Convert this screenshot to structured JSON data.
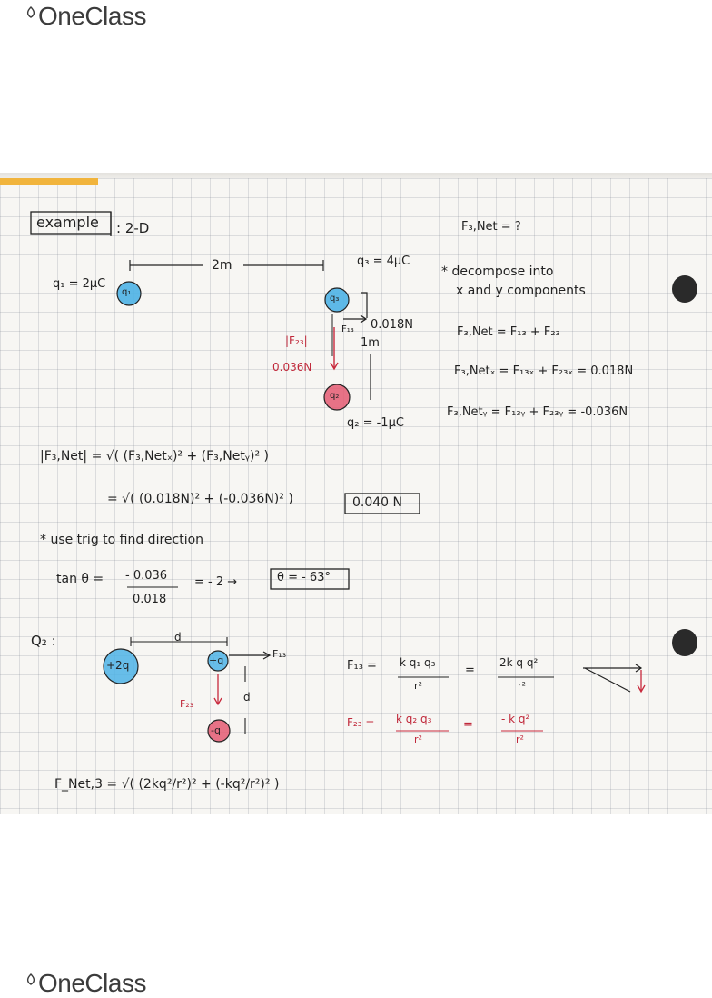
{
  "brand": {
    "name": "OneClass"
  },
  "notes": {
    "example_label": "example",
    "example_type": ": 2-D",
    "fnet_q": "F₃,Net = ?",
    "dist_2m": "2m",
    "q1": "q₁ = 2μC",
    "q1_circle": "q₁",
    "q3": "q₃ = 4μC",
    "q3_circle": "q₃",
    "q2_circle": "q₂",
    "q2": "q₂ = -1μC",
    "f13_label": "F₁₃",
    "f13_value": "0.018N",
    "dist_1m": "1m",
    "f23_label": "|F₂₃|",
    "f23_value": "0.036N",
    "decompose1": "* decompose into",
    "decompose2": "x and y components",
    "eq_net": "F₃,Net  =  F₁₃  +  F₂₃",
    "eq_netx": "F₃,Netₓ =  F₁₃ₓ +  F₂₃ₓ  =  0.018N",
    "eq_nety": "F₃,Netᵧ =  F₁₃ᵧ +  F₂₃ᵧ  = -0.036N",
    "mag1": "|F₃,Net| = √( (F₃,Netₓ)² + (F₃,Netᵧ)² )",
    "mag2": "=  √( (0.018N)² + (-0.036N)² )",
    "mag_result": "0.040 N",
    "trig_note": "* use trig to find direction",
    "tan_lhs": "tan θ =",
    "tan_num": "- 0.036",
    "tan_den": "0.018",
    "tan_eq": "= - 2  →",
    "theta_result": "θ = - 63°",
    "q2_label": "Q₂ :",
    "q2_d_top": "d",
    "q2_plus2q": "+2q",
    "q2_plusq": "+q",
    "q2_minusq": "-q",
    "q2_f13": "F₁₃",
    "q2_f23": "F₂₃",
    "q2_d_side": "d",
    "q2_eq13_lhs": "F₁₃ =",
    "q2_eq13_num": "k q₁ q₃",
    "q2_eq13_den": "r²",
    "q2_eq13_rhs_num": "2k q q²",
    "q2_eq13_rhs_den": "r²",
    "q2_eq23_lhs": "F₂₃ =",
    "q2_eq23_num": "k q₂ q₃",
    "q2_eq23_den": "r²",
    "q2_eq23_rhs_num": "- k q²",
    "q2_eq23_rhs_den": "r²",
    "q2_fnet": "F_Net,3 =  √( (2kq²/r²)² + (-kq²/r²)² )"
  },
  "colors": {
    "blue": "#2d9fd8",
    "red": "#c8293c",
    "tab": "#f1b43c"
  }
}
